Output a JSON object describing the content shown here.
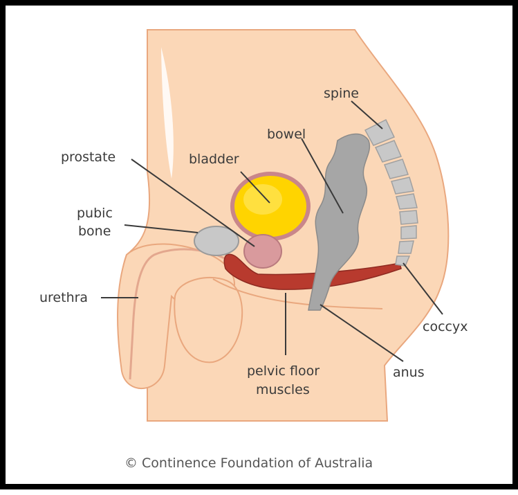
{
  "labels": {
    "spine": "spine",
    "bowel": "bowel",
    "prostate": "prostate",
    "bladder": "bladder",
    "pubic_bone_line1": "pubic",
    "pubic_bone_line2": "bone",
    "urethra": "urethra",
    "coccyx": "coccyx",
    "anus": "anus",
    "pelvic_floor_line1": "pelvic floor",
    "pelvic_floor_line2": "muscles"
  },
  "credit": "© Continence Foundation of Australia",
  "colors": {
    "frame": "#000000",
    "skin": "#fbd7b7",
    "skin_outline": "#e9a77e",
    "bladder_fill": "#ffd400",
    "bladder_rim": "#c9868a",
    "prostate": "#d99a9d",
    "muscle": "#b83a2e",
    "bowel": "#a6a6a6",
    "bone": "#c8c8c8"
  }
}
